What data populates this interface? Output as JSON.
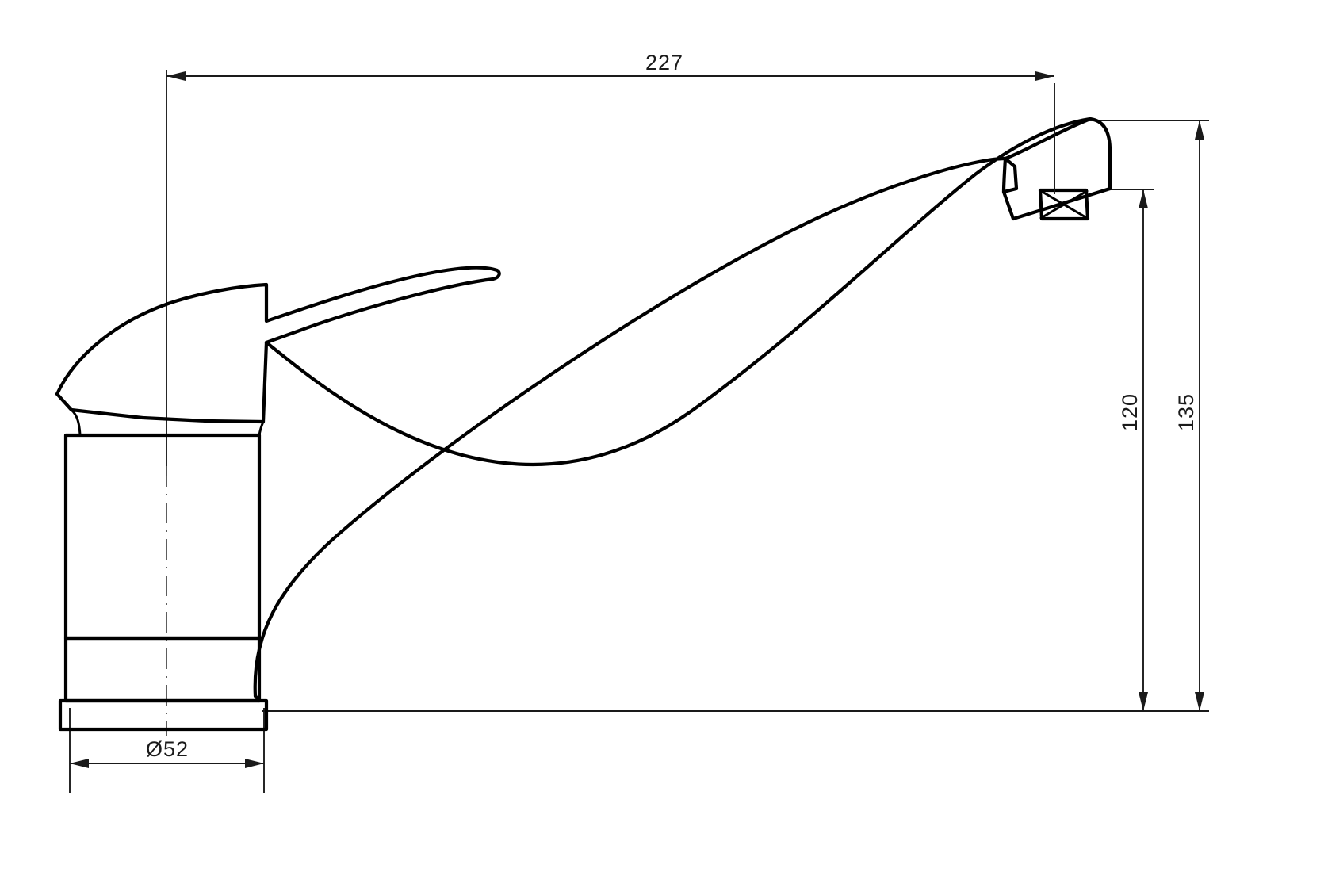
{
  "drawing": {
    "title": "Single-lever kitchen mixer tap – dimensioned side elevation",
    "units": "mm",
    "line_color": "#000000",
    "dimension_color": "#1a1a1a",
    "background_color": "#ffffff",
    "centerline_color": "#555555"
  },
  "dimensions": {
    "overall_reach": {
      "label": "227",
      "name": "overall-reach-dimension",
      "orientation": "horizontal",
      "position": "top"
    },
    "spout_outlet_height": {
      "label": "120",
      "name": "spout-outlet-height-dimension",
      "orientation": "vertical",
      "position": "right-inner"
    },
    "overall_height": {
      "label": "135",
      "name": "overall-height-dimension",
      "orientation": "vertical",
      "position": "right-outer"
    },
    "base_diameter": {
      "label": "Ø52",
      "name": "base-diameter-dimension",
      "orientation": "horizontal",
      "position": "bottom"
    }
  },
  "parts": {
    "lever_handle": "lever-handle",
    "handle_housing": "handle-housing",
    "body_upper": "body-upper-cylinder",
    "body_lower": "body-lower-cylinder",
    "base_flange": "base-flange",
    "spout_arm": "curved-spout-arm",
    "spout_head": "spout-head",
    "aerator": "aerator-outlet",
    "centerline": "body-centerline"
  }
}
